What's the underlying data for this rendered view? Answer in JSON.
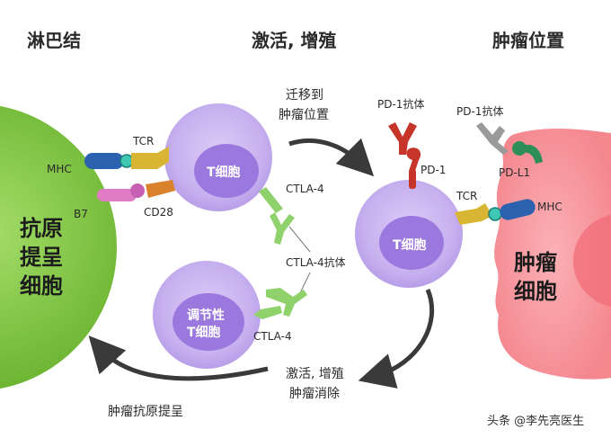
{
  "headers": {
    "left": "淋巴结",
    "middle": "激活, 增殖",
    "right": "肿瘤位置"
  },
  "arrows": {
    "migrate_line1": "迁移到",
    "migrate_line2": "肿瘤位置",
    "kill_line1": "激活, 增殖",
    "kill_line2": "肿瘤消除",
    "present": "肿瘤抗原提呈"
  },
  "apc": {
    "line1": "抗原",
    "line2": "提呈",
    "line3": "细胞",
    "mhc": "MHC",
    "b7": "B7"
  },
  "tcell_top": {
    "label": "T细胞",
    "tcr": "TCR",
    "cd28": "CD28",
    "ctla4": "CTLA-4"
  },
  "treg": {
    "line1": "调节性",
    "line2": "T细胞",
    "ctla4": "CTLA-4"
  },
  "ctla4_antibody": "CTLA-4抗体",
  "tcell_right": {
    "label": "T细胞",
    "pd1": "PD-1",
    "pd1_antibody": "PD-1抗体",
    "tcr": "TCR"
  },
  "tumor": {
    "line1": "肿瘤",
    "line2": "细胞",
    "mhc": "MHC",
    "pdl1": "PD-L1",
    "pd1_antibody": "PD-1抗体"
  },
  "watermark": "头条 @李先亮医生",
  "colors": {
    "apc_green": "#7cc242",
    "tcell_purple": "#a987e0",
    "tumor_pink": "#f58a91",
    "mhc_blue": "#2a62b0",
    "tcr_yellow": "#d8b532",
    "cd28_orange": "#d9822b",
    "b7_pink": "#e07bc5",
    "pd1_red": "#c6342a",
    "pdl1_green": "#2d8f57",
    "antibody_grey": "#9a9a9a",
    "ctla4_green": "#8fd16b",
    "arrow_grey": "#3a3a3a"
  }
}
